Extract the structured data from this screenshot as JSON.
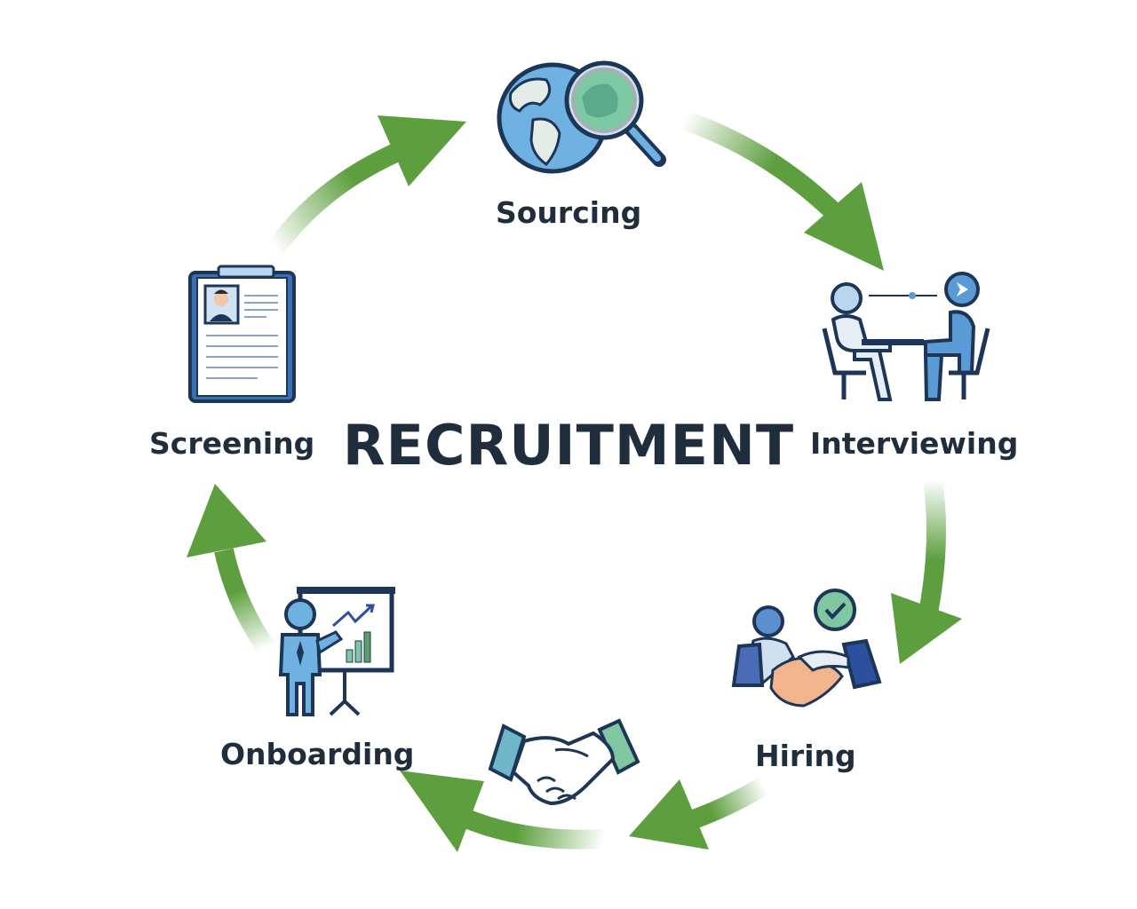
{
  "title": "RECRUITMENT",
  "stages": [
    {
      "id": "sourcing",
      "label": "Sourcing",
      "icon": "globe-magnifier-icon"
    },
    {
      "id": "interviewing",
      "label": "Interviewing",
      "icon": "interview-icon"
    },
    {
      "id": "hiring",
      "label": "Hiring",
      "icon": "handshake-check-icon"
    },
    {
      "id": "handshake",
      "label": "",
      "icon": "handshake-icon"
    },
    {
      "id": "onboarding",
      "label": "Onboarding",
      "icon": "presentation-icon"
    },
    {
      "id": "screening",
      "label": "Screening",
      "icon": "resume-clipboard-icon"
    }
  ],
  "colors": {
    "arrow": "#5d9f3f",
    "text": "#1f2d3d",
    "outline": "#1d3557",
    "blue": "#5b9bd5",
    "green": "#7fc7a0"
  }
}
